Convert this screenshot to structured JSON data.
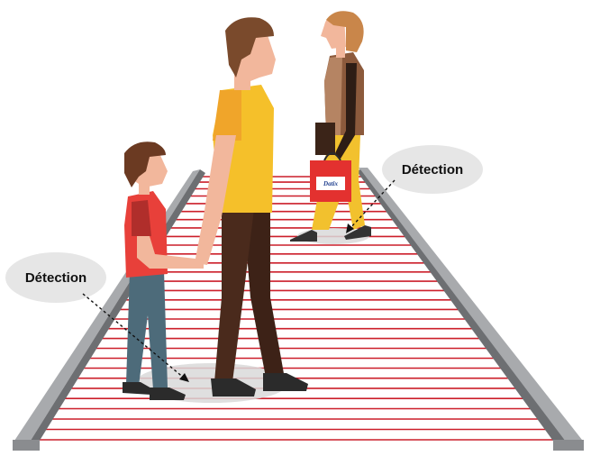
{
  "labels": {
    "detection_left": "Détection",
    "detection_right": "Détection",
    "bag_brand": "Datix"
  },
  "colors": {
    "beam": "#cc1f2a",
    "rail_light": "#a8aaad",
    "rail_dark": "#6d6f72",
    "bubble": "#e6e6e6",
    "floor_shadow": "#d9d9d9"
  },
  "beam_count": 30,
  "people": {
    "child": {
      "shirt": "#e8403a",
      "pants": "#4d6b7a"
    },
    "adult": {
      "shirt": "#f5c02a",
      "pants": "#4a2a1c"
    },
    "woman": {
      "jacket": "#8c5a3c",
      "pants": "#f2c12e",
      "bag": "#e3312f"
    }
  }
}
